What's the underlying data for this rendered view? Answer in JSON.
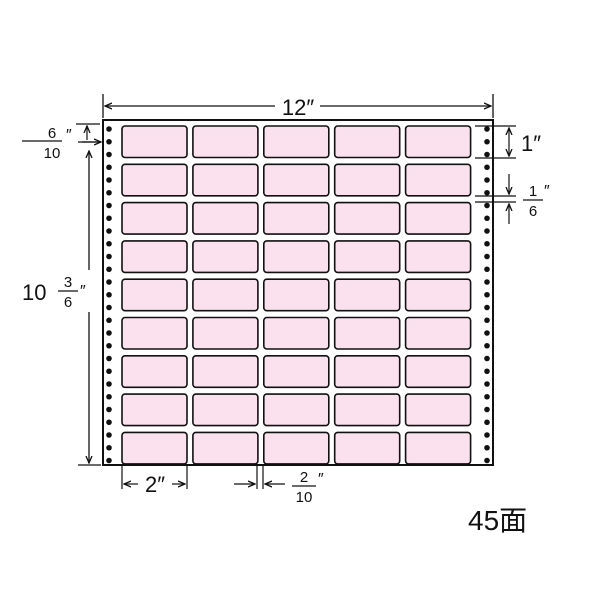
{
  "sheet": {
    "rows": 9,
    "columns": 5,
    "label_color": "#fbe0ee",
    "border_color": "#111111"
  },
  "dimensions": {
    "width": "12″",
    "top_margin_num": "6",
    "top_margin_den": "10",
    "height_whole": "10",
    "height_num": "3",
    "height_den": "6",
    "label_height": "1″",
    "row_gap_num": "1",
    "row_gap_den": "6",
    "label_width": "2″",
    "col_gap_num": "2",
    "col_gap_den": "10",
    "inch_mark": "″"
  },
  "count_label": "45面"
}
